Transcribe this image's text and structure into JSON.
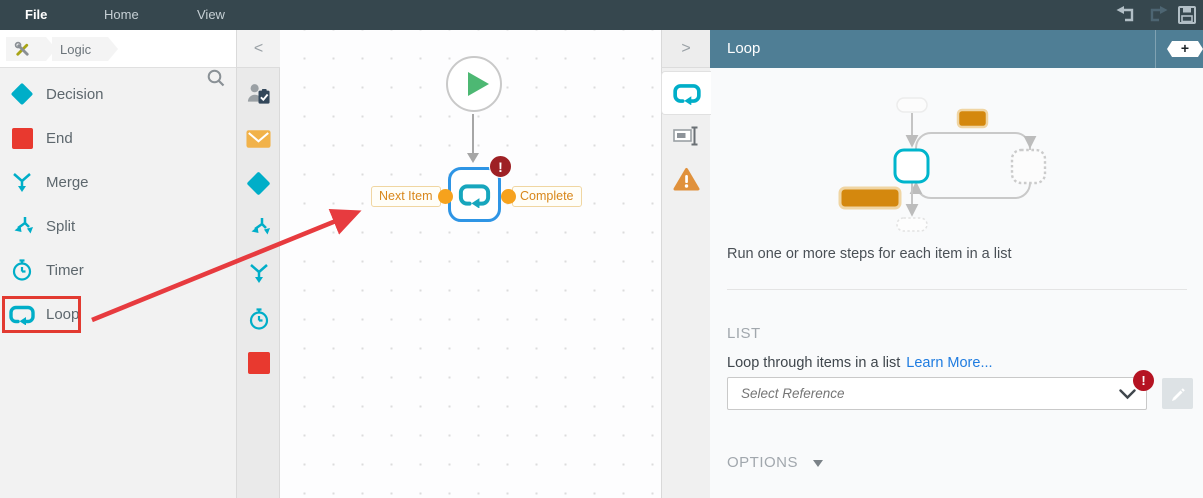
{
  "titlebar": {
    "menus": [
      {
        "label": "File"
      },
      {
        "label": "Home"
      },
      {
        "label": "View"
      }
    ],
    "actions": [
      {
        "icon": "undo-icon"
      },
      {
        "icon": "redo-icon"
      },
      {
        "icon": "save-icon"
      }
    ]
  },
  "breadcrumb": {
    "root_icon": "tools-icon",
    "crumb": "Logic",
    "search_icon": "magnifier"
  },
  "collapse": {
    "left": "<",
    "right": ">"
  },
  "sidebar": {
    "items": [
      {
        "label": "Decision",
        "icon": "diamond"
      },
      {
        "label": "End",
        "icon": "red-square"
      },
      {
        "label": "Merge",
        "icon": "merge-arrows"
      },
      {
        "label": "Split",
        "icon": "split-arrows"
      },
      {
        "label": "Timer",
        "icon": "stopwatch"
      },
      {
        "label": "Loop",
        "icon": "loop",
        "highlighted": true
      }
    ]
  },
  "toolstrip": {
    "icons": [
      "assignment",
      "email",
      "decision-diamond",
      "split-arrows",
      "merge-arrows",
      "stopwatch",
      "end-square"
    ]
  },
  "canvas": {
    "start_node": {
      "icon": "play"
    },
    "loop_node": {
      "icon": "loop",
      "left_port_label": "Next Item",
      "right_port_label": "Complete",
      "badge": "!"
    }
  },
  "panel": {
    "title": "Loop",
    "add_label": "+",
    "tabs": [
      "loop-tab",
      "rename-tab",
      "warnings-tab"
    ],
    "description": "Run one or more steps for each item in a list",
    "list": {
      "heading": "LIST",
      "label": "Loop through items in a list",
      "link": "Learn More...",
      "placeholder": "Select Reference",
      "badge": "!"
    },
    "options": {
      "heading": "OPTIONS"
    }
  },
  "colors": {
    "topbar": "#36474e",
    "panel_header": "#4f7e95",
    "teal_accent": "#00aec8",
    "node_blue": "#2e95e5",
    "orange_accent": "#f6a21d",
    "orange_fill": "#d4880e",
    "error_red": "#9e2125",
    "badge_red": "#b51322",
    "annotation_red": "#e73b3f",
    "green_play": "#4db873",
    "link_blue": "#1f7ce0"
  }
}
